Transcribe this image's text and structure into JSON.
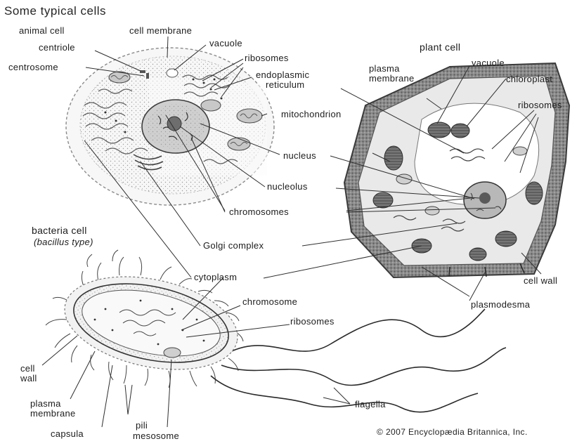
{
  "title": "Some typical cells",
  "animal_cell": {
    "heading": "animal cell",
    "labels": {
      "cell_membrane": "cell membrane",
      "centriole": "centriole",
      "centrosome": "centrosome",
      "vacuole": "vacuole",
      "ribosomes": "ribosomes",
      "endoplasmic_reticulum": [
        "endoplasmic",
        "reticulum"
      ],
      "mitochondrion": "mitochondrion",
      "nucleus": "nucleus",
      "nucleolus": "nucleolus",
      "chromosomes": "chromosomes",
      "golgi_complex": "Golgi complex",
      "cytoplasm": "cytoplasm"
    }
  },
  "plant_cell": {
    "heading": "plant cell",
    "labels": {
      "plasma_membrane": [
        "plasma",
        "membrane"
      ],
      "vacuole": "vacuole",
      "chloroplast": "chloroplast",
      "ribosomes": "ribosomes",
      "cell_wall": "cell wall",
      "plasmodesma": "plasmodesma"
    }
  },
  "bacteria_cell": {
    "heading": "bacteria cell",
    "subheading": "(bacillus type)",
    "labels": {
      "chromosome": "chromosome",
      "ribosomes": "ribosomes",
      "cell_wall": [
        "cell",
        "wall"
      ],
      "plasma_membrane": [
        "plasma",
        "membrane"
      ],
      "capsula": "capsula",
      "pili": "pili",
      "mesosome": "mesosome",
      "flagella": "flagella"
    }
  },
  "copyright": "© 2007 Encyclopædia Britannica, Inc."
}
